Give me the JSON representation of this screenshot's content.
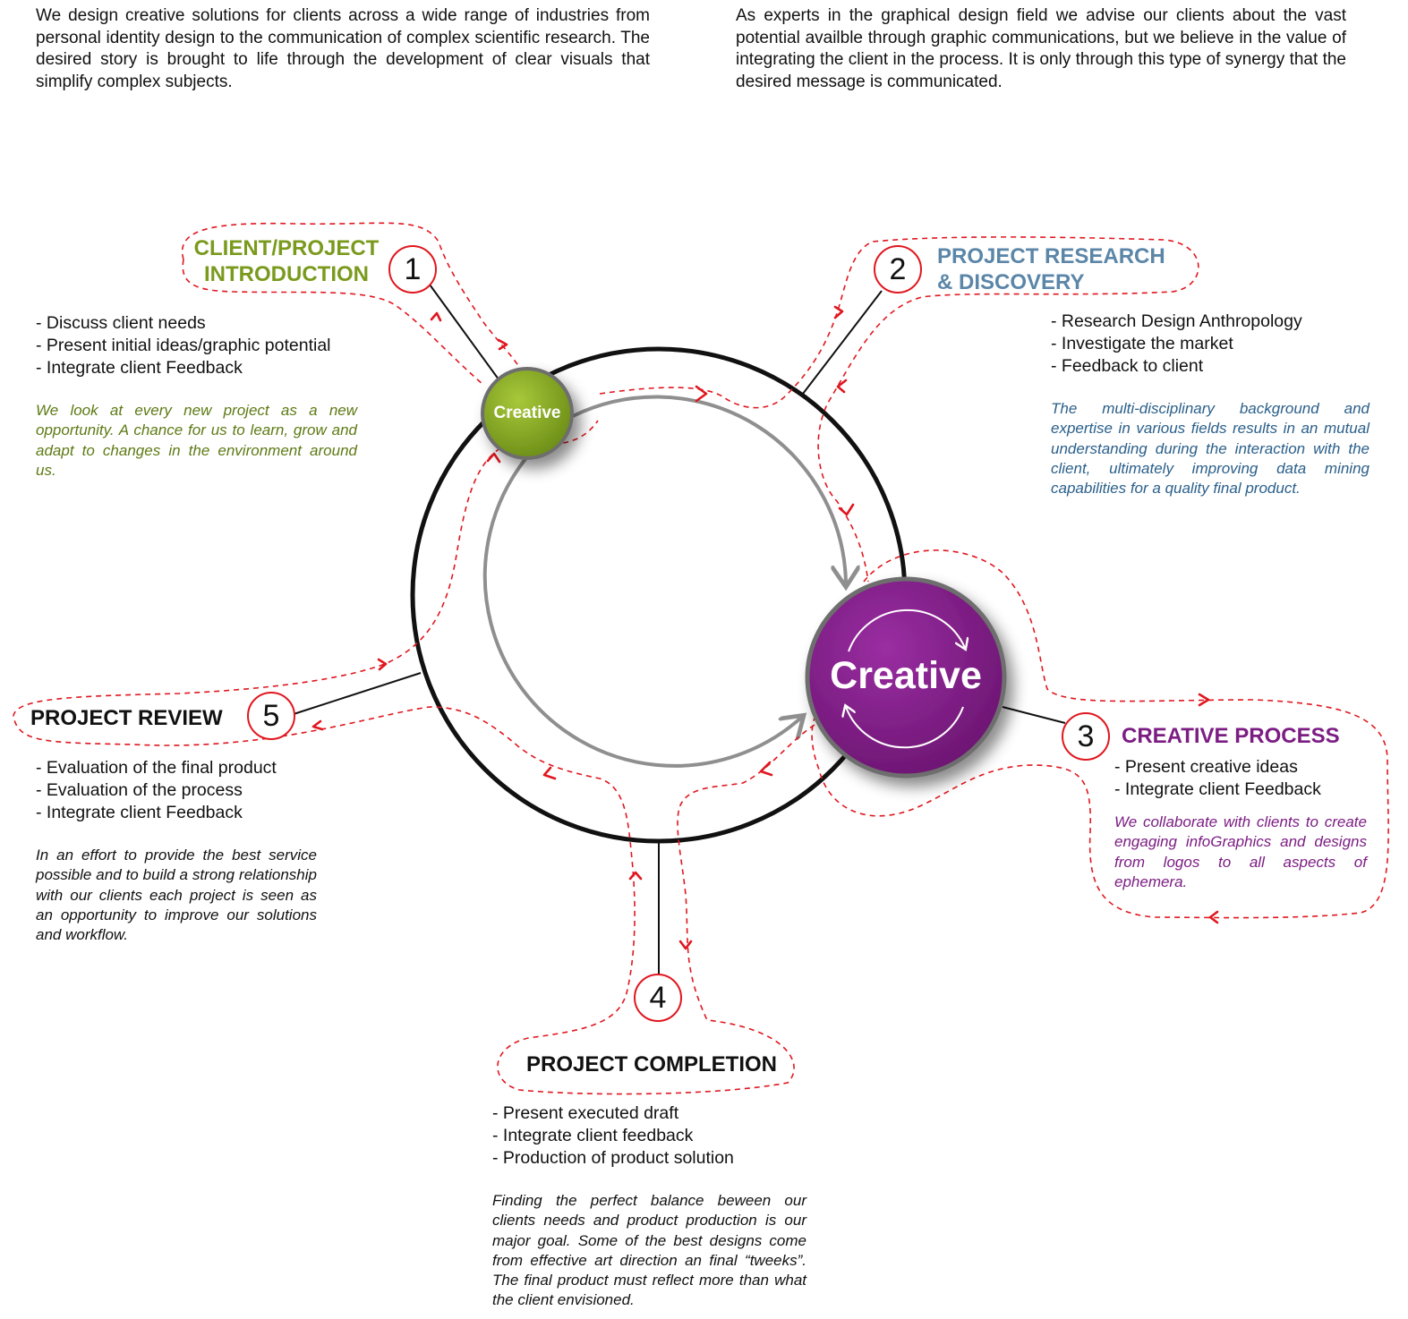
{
  "intro": {
    "left": "We design creative solutions for clients across a wide range of industries from personal identity design to the communication of complex scientific research. The desired story is brought to life through the development of clear visuals that simplify complex subjects.",
    "right": "As experts in the graphical design field we advise our clients about the vast potential availble through graphic communications, but we believe in the value of integrating the client in the process. It is only through this type of synergy that the desired message is communicated."
  },
  "hubs": {
    "small": "Creative",
    "large": "Creative"
  },
  "colors": {
    "green": "#7a9a1e",
    "steel_blue": "#5b86a8",
    "blue_text": "#2a5f8a",
    "purple": "#7c1d83",
    "red_dash": "#e0171f",
    "gray_arrow": "#8f8f8f"
  },
  "steps": [
    {
      "number": "1",
      "title_line1": "CLIENT/PROJECT",
      "title_line2": "INTRODUCTION",
      "bullets": [
        "- Discuss client needs",
        "- Present initial ideas/graphic potential",
        "- Integrate client Feedback"
      ],
      "note": "We look at every new project as a new opportunity. A chance for us to learn, grow and adapt to changes in the environment around us."
    },
    {
      "number": "2",
      "title_line1": "PROJECT RESEARCH",
      "title_line2": "& DISCOVERY",
      "bullets": [
        "- Research Design Anthropology",
        "- Investigate the market",
        "- Feedback to client"
      ],
      "note": "The multi-disciplinary background and expertise in various fields results in an mutual understanding during the interaction with the client, ultimately improving data mining capabilities for a quality final product."
    },
    {
      "number": "3",
      "title_line1": "CREATIVE PROCESS",
      "bullets": [
        "- Present creative ideas",
        "- Integrate client Feedback"
      ],
      "note": "We collaborate with clients to create engaging infoGraphics and designs from logos to all aspects of ephemera."
    },
    {
      "number": "4",
      "title_line1": "PROJECT COMPLETION",
      "bullets": [
        "- Present executed draft",
        "- Integrate client feedback",
        "- Production of product solution"
      ],
      "note": "Finding the perfect balance beween our clients needs and product production is our major goal. Some of the best designs come from effective art direction an final “tweeks”. The final product must reflect more than what the client envisioned."
    },
    {
      "number": "5",
      "title_line1": "PROJECT REVIEW",
      "bullets": [
        "- Evaluation of the final product",
        "- Evaluation of the process",
        "- Integrate client Feedback"
      ],
      "note": "In an effort to provide the best service possible and to build a strong relationship with our clients each project is seen as an opportunity to improve our solutions and workflow."
    }
  ]
}
